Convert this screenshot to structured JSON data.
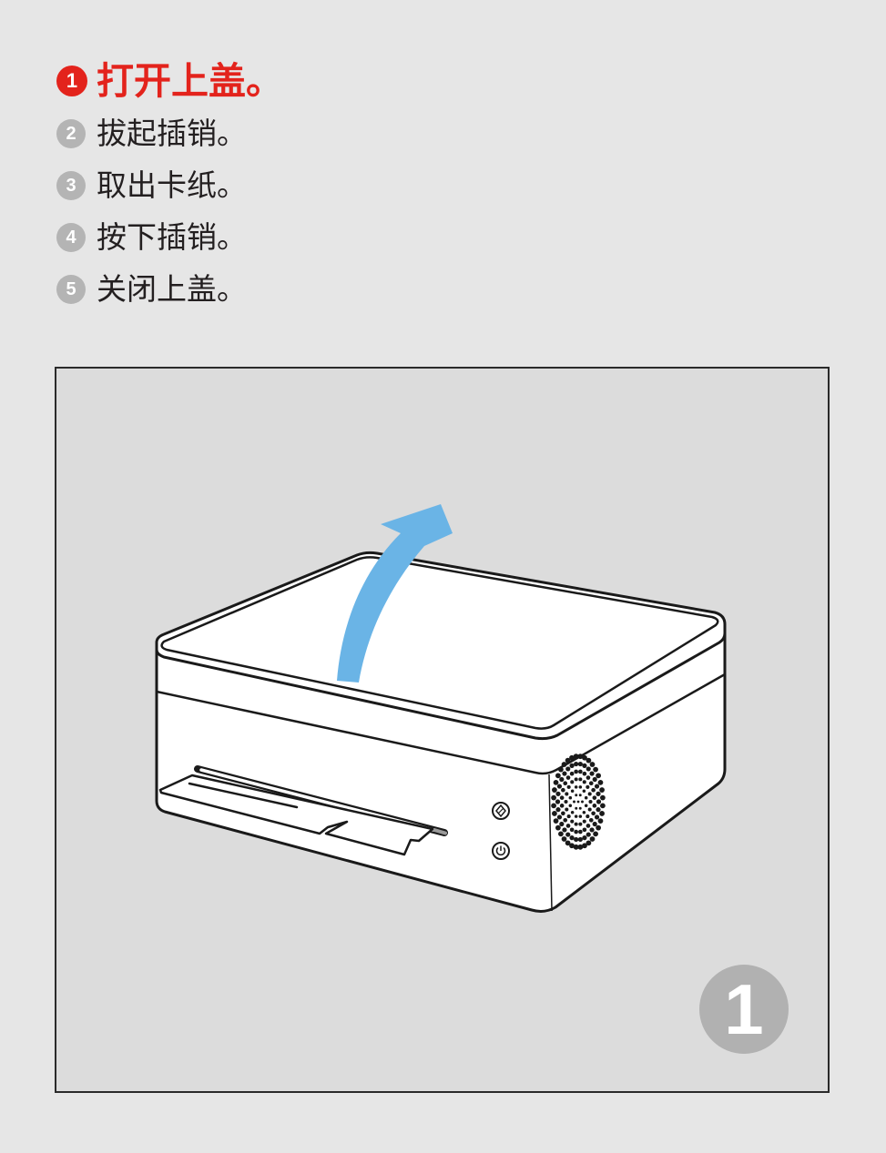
{
  "steps": [
    {
      "number": "1",
      "label": "打开上盖。",
      "active": true
    },
    {
      "number": "2",
      "label": "拔起插销。",
      "active": false
    },
    {
      "number": "3",
      "label": "取出卡纸。",
      "active": false
    },
    {
      "number": "4",
      "label": "按下插销。",
      "active": false
    },
    {
      "number": "5",
      "label": "关闭上盖。",
      "active": false
    }
  ],
  "figure": {
    "step_badge": "1",
    "icons": {
      "illustration": "printer-open-lid-illustration",
      "arrow": "lift-up-arrow-icon",
      "start_button": "start-button-icon",
      "power_button": "power-button-icon",
      "speaker": "speaker-grille-icon"
    }
  },
  "colors": {
    "background": "#e6e6e6",
    "panel_background": "#dcdcdc",
    "active_step": "#e3231c",
    "inactive_step": "#b4b4b4",
    "step_text": "#231f20",
    "badge": "#b1b1b1",
    "arrow": "#6ab4e6"
  }
}
